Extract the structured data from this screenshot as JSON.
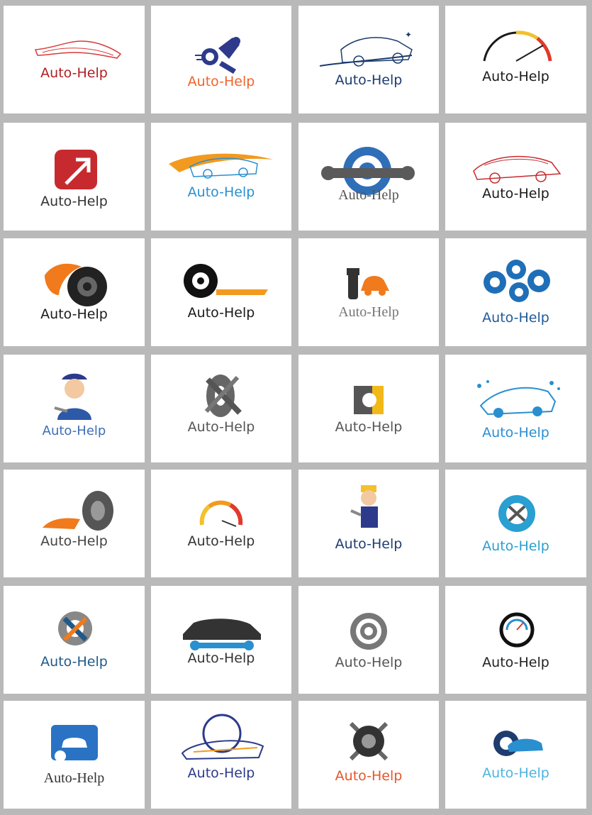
{
  "logos": [
    {
      "name": "car-silhouette-red",
      "text": "Auto-Help",
      "color": "#b01e23",
      "icon": "car-outline-icon"
    },
    {
      "name": "robot-mechanic",
      "text": "Auto-Help",
      "color": "#f0642a",
      "icon": "robot-icon"
    },
    {
      "name": "car-sketch-blue",
      "text": "Auto-Help",
      "color": "#1c3b6e",
      "icon": "car-outline-icon"
    },
    {
      "name": "speedometer-arc",
      "text": "Auto-Help",
      "color": "#1a1a1a",
      "icon": "speedometer-icon"
    },
    {
      "name": "red-arrow",
      "text": "Auto-Help",
      "color": "#333333",
      "icon": "arrow-icon"
    },
    {
      "name": "car-swoosh-orange",
      "text": "Auto-Help",
      "color": "#2a8fcf",
      "icon": "car-outline-icon"
    },
    {
      "name": "gear-wrench-blue",
      "text": "Auto-Help",
      "color": "#555555",
      "icon": "gear-wrench-icon"
    },
    {
      "name": "car-outline-red",
      "text": "Auto-Help",
      "color": "#1a1a1a",
      "icon": "car-outline-icon"
    },
    {
      "name": "flaming-tire",
      "text": "Auto-Help",
      "color": "#1a1a1a",
      "icon": "tire-icon"
    },
    {
      "name": "tire-arrows",
      "text": "Auto-Help",
      "color": "#1a1a1a",
      "icon": "tire-icon"
    },
    {
      "name": "wrench-car",
      "text": "Auto-Help",
      "color": "#777777",
      "icon": "wrench-car-icon"
    },
    {
      "name": "blue-gears",
      "text": "Auto-Help",
      "color": "#1f5a96",
      "icon": "gear-icon"
    },
    {
      "name": "mechanic-man",
      "text": "Auto-Help",
      "color": "#3d6fb4",
      "icon": "mechanic-icon"
    },
    {
      "name": "tire-wrench",
      "text": "Auto-Help",
      "color": "#555555",
      "icon": "tire-wrench-icon"
    },
    {
      "name": "square-wrench",
      "text": "Auto-Help",
      "color": "#555555",
      "icon": "wrench-icon"
    },
    {
      "name": "car-splash",
      "text": "Auto-Help",
      "color": "#2a8fcf",
      "icon": "car-wash-icon"
    },
    {
      "name": "fire-tire",
      "text": "Auto-Help",
      "color": "#444444",
      "icon": "tire-icon"
    },
    {
      "name": "gauge-colored",
      "text": "Auto-Help",
      "color": "#333333",
      "icon": "gauge-icon"
    },
    {
      "name": "worker-cartoon",
      "text": "Auto-Help",
      "color": "#1f3c6e",
      "icon": "mechanic-icon"
    },
    {
      "name": "gear-tools-teal",
      "text": "Auto-Help",
      "color": "#2a9fd1",
      "icon": "gear-tools-icon"
    },
    {
      "name": "gear-cross-tools",
      "text": "Auto-Help",
      "color": "#1f5a8a",
      "icon": "gear-tools-icon"
    },
    {
      "name": "car-wrench-bar",
      "text": "Auto-Help",
      "color": "#333333",
      "icon": "car-wrench-icon"
    },
    {
      "name": "gear-gray",
      "text": "Auto-Help",
      "color": "#555555",
      "icon": "gear-icon"
    },
    {
      "name": "gauge-circle",
      "text": "Auto-Help",
      "color": "#222222",
      "icon": "gauge-icon"
    },
    {
      "name": "car-square-blue",
      "text": "Auto-Help",
      "color": "#333333",
      "icon": "car-gear-icon"
    },
    {
      "name": "car-clock",
      "text": "Auto-Help",
      "color": "#2b3a8c",
      "icon": "car-clock-icon"
    },
    {
      "name": "wheel-wrenches",
      "text": "Auto-Help",
      "color": "#e5562a",
      "icon": "wheel-wrench-icon"
    },
    {
      "name": "car-gear-light",
      "text": "Auto-Help",
      "color": "#4fb3dd",
      "icon": "car-gear-icon"
    }
  ]
}
